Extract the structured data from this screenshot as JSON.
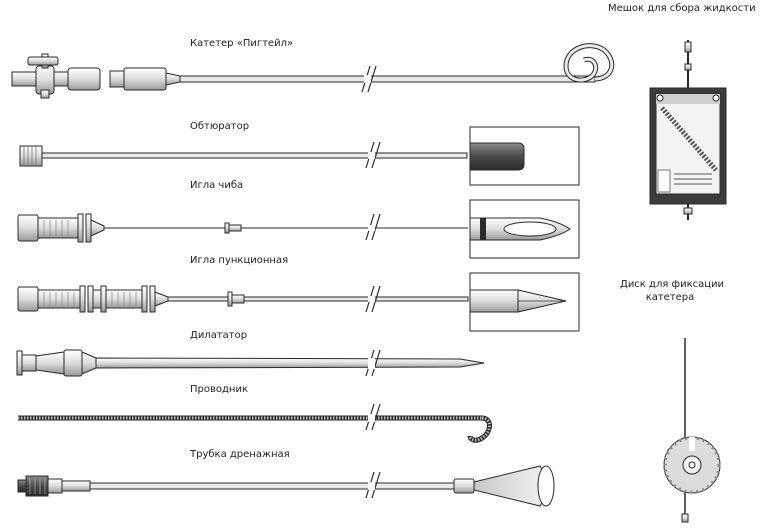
{
  "labels": {
    "pigtail": "Катетер «Пигтейл»",
    "obturator": "Обтюратор",
    "chiba": "Игла чиба",
    "puncture": "Игла пункционная",
    "dilator": "Дилататор",
    "guidewire": "Проводник",
    "drain_tube": "Трубка дренажная",
    "bag": "Мешок для сбора жидкости",
    "disc_line1": "Диск для фиксации",
    "disc_line2": "катетера"
  },
  "colors": {
    "outline": "#2a2a2a",
    "metal_light": "#e6e6e6",
    "metal_mid": "#bdbdbd",
    "metal_dark": "#555555",
    "bag_dark": "#3c3c3c"
  }
}
